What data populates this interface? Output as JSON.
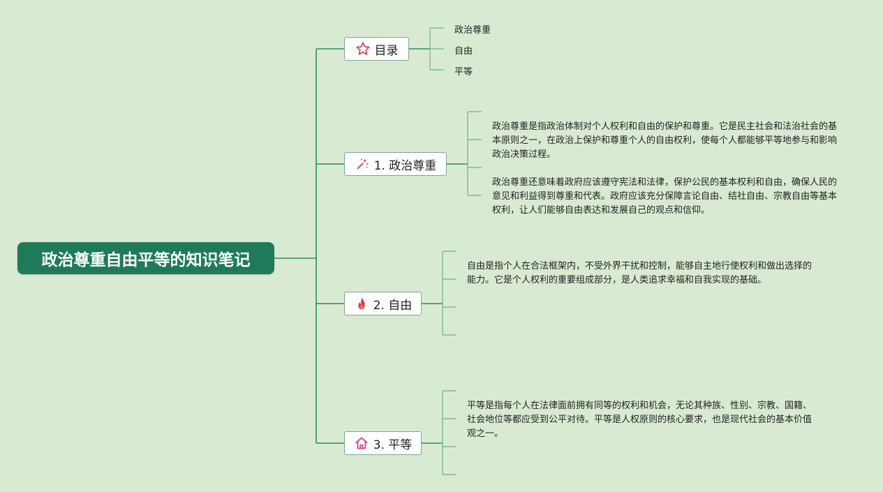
{
  "root": {
    "title": "政治尊重自由平等的知识笔记"
  },
  "toc": {
    "label": "目录",
    "icon": "star-icon",
    "items": [
      "政治尊重",
      "自由",
      "平等"
    ]
  },
  "sections": [
    {
      "label": "1. 政治尊重",
      "icon": "sparkle-icon",
      "paragraphs": [
        "政治尊重是指政治体制对个人权利和自由的保护和尊重。它是民主社会和法治社会的基本原则之一，在政治上保护和尊重个人的自由权利，使每个人都能够平等地参与和影响政治决策过程。",
        "政治尊重还意味着政府应该遵守宪法和法律，保护公民的基本权利和自由，确保人民的意见和利益得到尊重和代表。政府应该充分保障言论自由、结社自由、宗教自由等基本权利，让人们能够自由表达和发展自己的观点和信仰。"
      ]
    },
    {
      "label": "2. 自由",
      "icon": "fire-icon",
      "paragraphs": [
        "自由是指个人在合法框架内，不受外界干扰和控制，能够自主地行使权利和做出选择的能力。它是个人权利的重要组成部分，是人类追求幸福和自我实现的基础。"
      ]
    },
    {
      "label": "3. 平等",
      "icon": "house-icon",
      "paragraphs": [
        "平等是指每个人在法律面前拥有同等的权利和机会，无论其种族、性别、宗教、国籍、社会地位等都应受到公平对待。平等是人权原则的核心要求，也是现代社会的基本价值观之一。"
      ]
    }
  ],
  "colors": {
    "background": "#d9ead3",
    "root_fill": "#1f7a5a",
    "connector": "#2e8b62",
    "leaf_connector": "#6fb08a",
    "icon_red": "#e0393e",
    "icon_pink": "#d6336c"
  }
}
